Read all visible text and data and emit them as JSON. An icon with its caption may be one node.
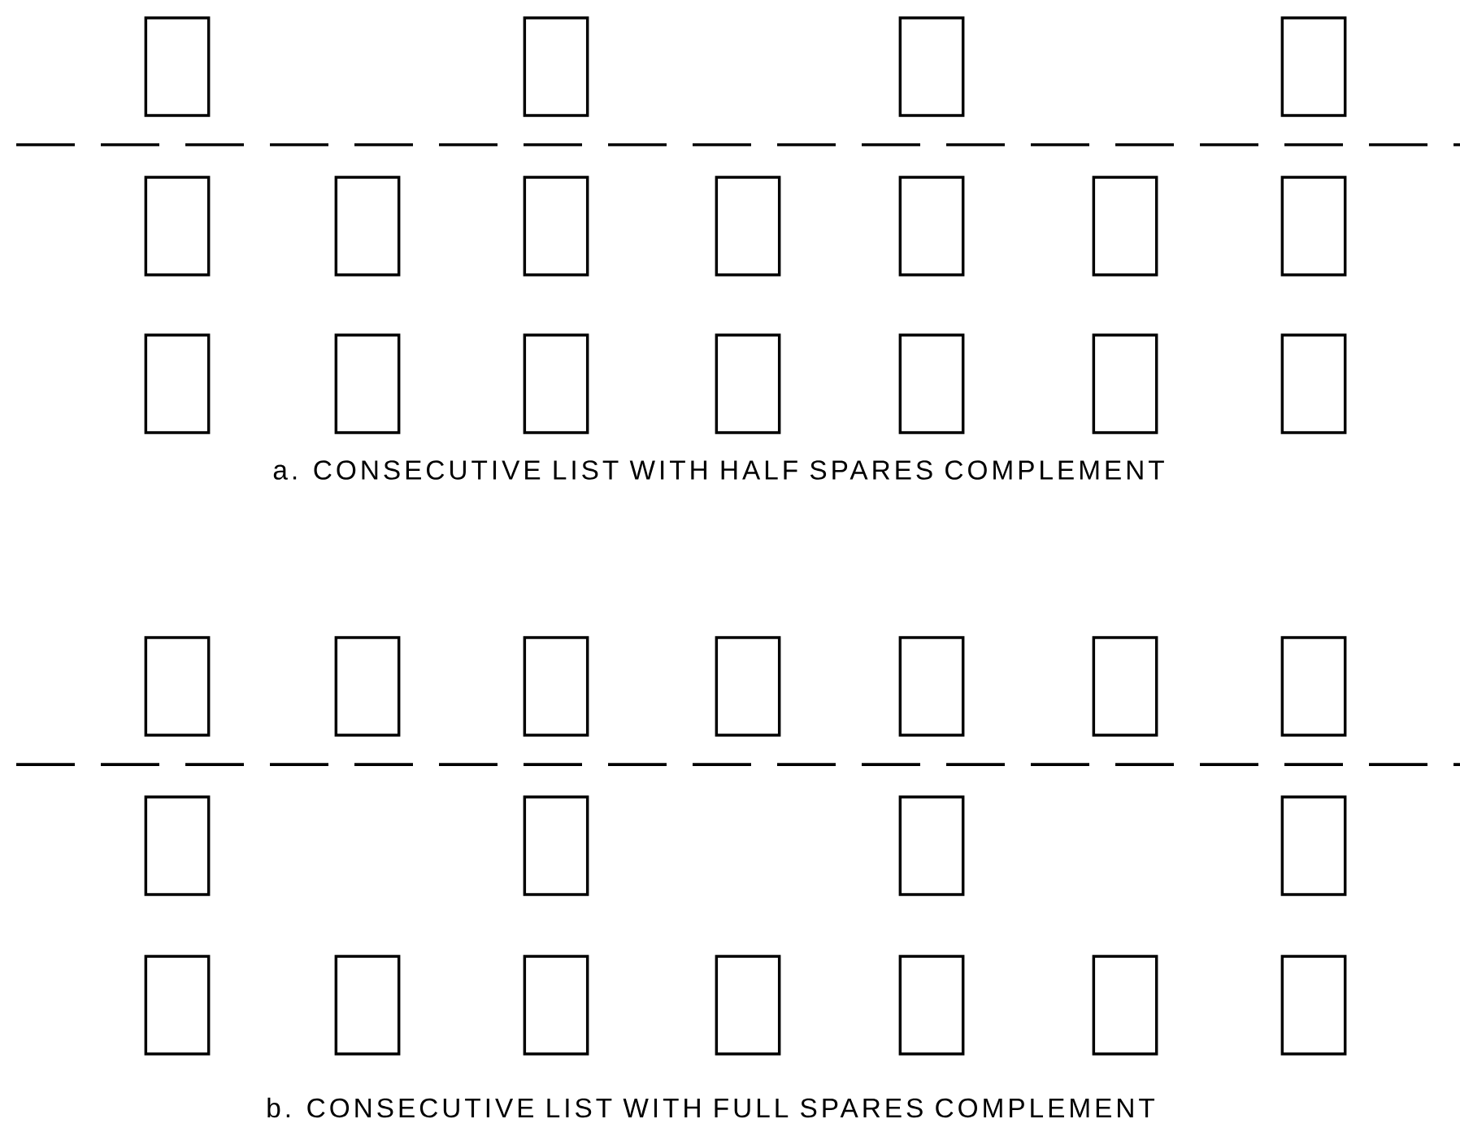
{
  "diagram": {
    "nodes": [
      {
        "text": [],
        "shape": "box"
      },
      {
        "text": [],
        "shape": "box"
      },
      {
        "text": [],
        "shape": "box"
      },
      {
        "text": [],
        "shape": "box"
      },
      {
        "text": [],
        "shape": "box"
      },
      {
        "text": [],
        "shape": "box"
      },
      {
        "text": [],
        "shape": "box"
      },
      {
        "text": [],
        "shape": "box"
      },
      {
        "text": [],
        "shape": "box"
      },
      {
        "text": [],
        "shape": "box"
      },
      {
        "text": [],
        "shape": "box"
      },
      {
        "text": [],
        "shape": "box"
      },
      {
        "text": [],
        "shape": "box"
      },
      {
        "text": [],
        "shape": "box"
      },
      {
        "text": [],
        "shape": "box"
      },
      {
        "text": [],
        "shape": "box"
      },
      {
        "text": [],
        "shape": "box"
      },
      {
        "text": [],
        "shape": "box"
      },
      {
        "text": [],
        "shape": "box"
      },
      {
        "text": [],
        "shape": "box"
      },
      {
        "text": [],
        "shape": "box"
      },
      {
        "text": [],
        "shape": "box"
      },
      {
        "text": [],
        "shape": "box"
      },
      {
        "text": [],
        "shape": "box"
      },
      {
        "text": [],
        "shape": "box"
      },
      {
        "text": [],
        "shape": "box"
      },
      {
        "text": [],
        "shape": "box"
      },
      {
        "text": [],
        "shape": "box"
      },
      {
        "text": [],
        "shape": "box"
      },
      {
        "text": [],
        "shape": "box"
      },
      {
        "text": [],
        "shape": "box"
      },
      {
        "text": [],
        "shape": "box"
      },
      {
        "text": [],
        "shape": "box"
      },
      {
        "text": [],
        "shape": "box"
      },
      {
        "text": [],
        "shape": "box"
      },
      {
        "text": [],
        "shape": "box"
      }
    ],
    "labels": [
      "a. CONSECUTIVE LIST WITH HALF SPARES COMPLEMENT",
      "b. CONSECUTIVE LIST WITH FULL SPARES COMPLEMENT"
    ]
  }
}
